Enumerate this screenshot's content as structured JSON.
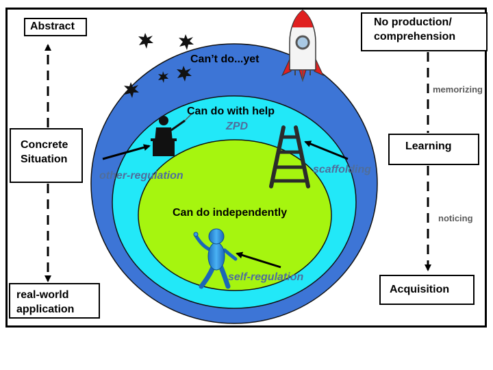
{
  "left_scale": {
    "top": "Abstract",
    "middle_line1": "Concrete",
    "middle_line2": "Situation",
    "bottom_line1": "real-world",
    "bottom_line2": "application"
  },
  "right_scale": {
    "top_line1": "No production/",
    "top_line2": "comprehension",
    "middle": "Learning",
    "bottom": "Acquisition",
    "upper_label": "memorizing",
    "lower_label": "noticing"
  },
  "zones": {
    "outer": "Can’t do...yet",
    "middle": "Can do with help",
    "middle_sub": "ZPD",
    "inner": "Can do independently"
  },
  "labels": {
    "other": "other-regulation",
    "scaffold": "scaffolding",
    "self": "self-regulation"
  },
  "colors": {
    "outer": "#3d75d6",
    "middle": "#22e8f8",
    "inner": "#a6f50f",
    "label": "#4f6e9c",
    "rocket": "#e02020"
  },
  "icons": [
    "star-icon",
    "rocket-icon",
    "teacher-icon",
    "ladder-icon",
    "stick-figure-icon"
  ]
}
